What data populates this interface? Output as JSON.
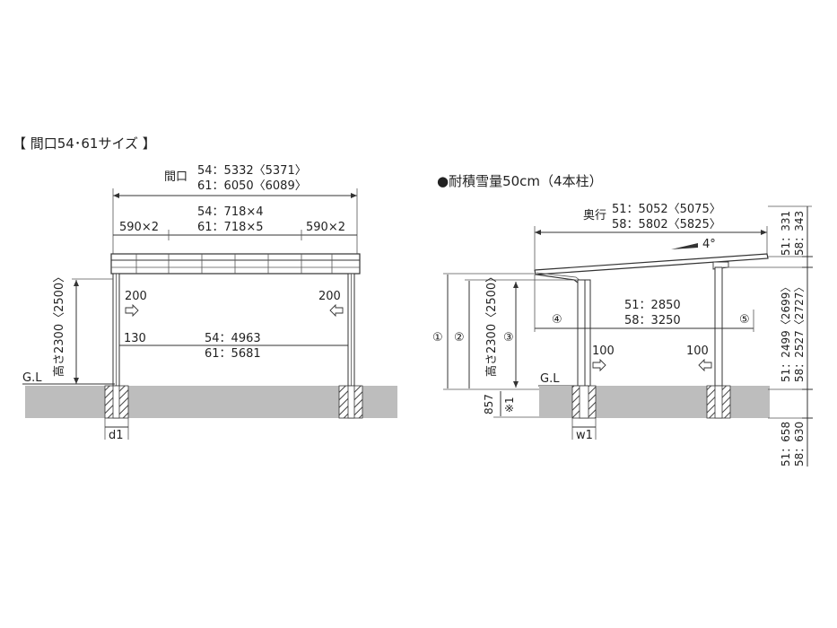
{
  "left": {
    "section_title": "【 間口54･61サイズ 】",
    "width_label": "間口",
    "width_54": "54：5332〈5371〉",
    "width_61": "61：6050〈6089〉",
    "panel_54": "54：718×4",
    "panel_61": "61：718×5",
    "side_left": "590×2",
    "side_right": "590×2",
    "offset_left": "200",
    "offset_right": "200",
    "small_offset": "130",
    "post_span_54": "54：4963",
    "post_span_61": "61：5681",
    "height_label": "高さ2300〈2500〉",
    "gl_label": "G.L",
    "foot_label": "d1"
  },
  "right": {
    "section_title": "●耐積雪量50cm（4本柱）",
    "depth_label": "奥行",
    "depth_51": "51：5052〈5075〉",
    "depth_58": "58：5802〈5825〉",
    "angle_label": "4°",
    "post_span_51": "51：2850",
    "post_span_58": "58：3250",
    "circle_4": "④",
    "circle_5": "⑤",
    "circle_1": "①",
    "circle_2": "②",
    "circle_3": "③",
    "offset_left": "100",
    "offset_right": "100",
    "height_label": "高さ2300〈2500〉",
    "embed_label": "857",
    "note_mark": "※1",
    "gl_label": "G.L",
    "foot_label": "w1",
    "top_51": "51：331",
    "top_58": "58：343",
    "mid_51": "51：2499〈2699〉",
    "mid_58": "58：2527〈2727〉",
    "bottom_51": "51：658",
    "bottom_58": "58：630"
  }
}
